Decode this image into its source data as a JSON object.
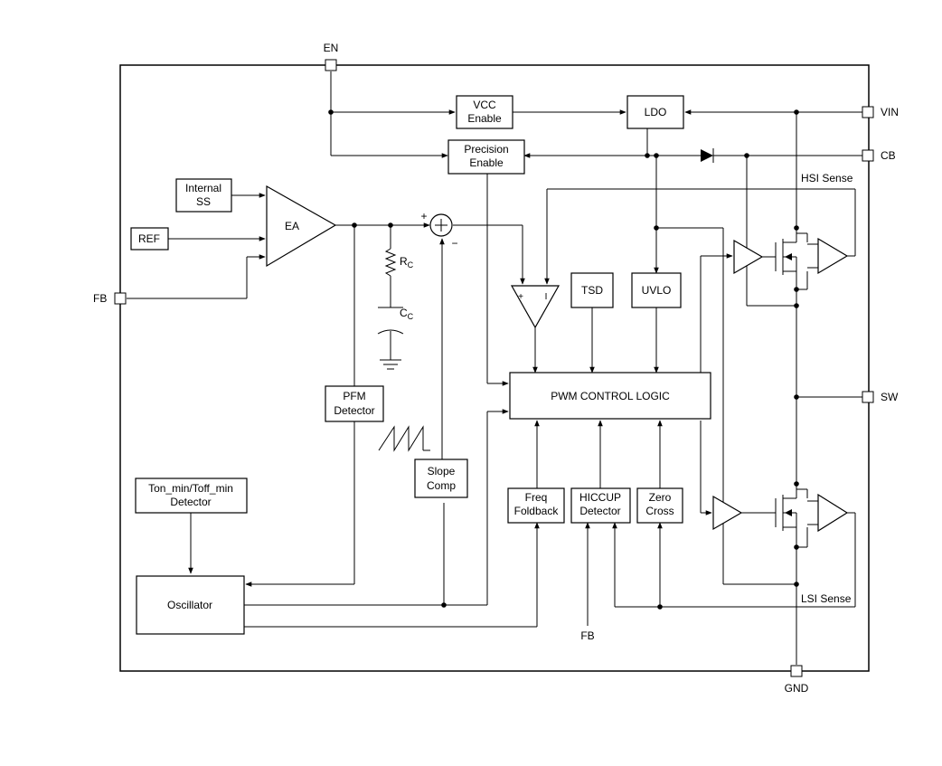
{
  "pins": {
    "en": "EN",
    "vin": "VIN",
    "cb": "CB",
    "sw": "SW",
    "gnd": "GND",
    "fb_left": "FB",
    "fb_bottom": "FB"
  },
  "blocks": {
    "vcc_enable": [
      "VCC",
      "Enable"
    ],
    "ldo": "LDO",
    "precision_enable": [
      "Precision",
      "Enable"
    ],
    "internal_ss": [
      "Internal",
      "SS"
    ],
    "ref": "REF",
    "ea": "EA",
    "pfm_detector": [
      "PFM",
      "Detector"
    ],
    "slope_comp": [
      "Slope",
      "Comp"
    ],
    "ton_toff_detector": [
      "Ton_min/Toff_min",
      "Detector"
    ],
    "oscillator": "Oscillator",
    "tsd": "TSD",
    "uvlo": "UVLO",
    "pwm_control_logic": "PWM CONTROL LOGIC",
    "freq_foldback": [
      "Freq",
      "Foldback"
    ],
    "hiccup_detector": [
      "HICCUP",
      "Detector"
    ],
    "zero_cross": [
      "Zero",
      "Cross"
    ]
  },
  "labels": {
    "hsi_sense": "HSI Sense",
    "lsi_sense": "LSI Sense",
    "rc_main": "R",
    "rc_sub": "C",
    "cc_main": "C",
    "cc_sub": "C",
    "sum_plus": "+",
    "sum_minus": "−",
    "comp_plus": "+",
    "comp_minus": "I"
  },
  "icons": {
    "diode": "diode-icon",
    "ground": "ground-icon",
    "summing_junction": "summing-junction-icon",
    "sawtooth": "sawtooth-waveform-icon",
    "mosfet": "mosfet-icon",
    "amplifier": "amplifier-icon"
  },
  "colors": {
    "line": "#000000",
    "background": "#ffffff"
  }
}
